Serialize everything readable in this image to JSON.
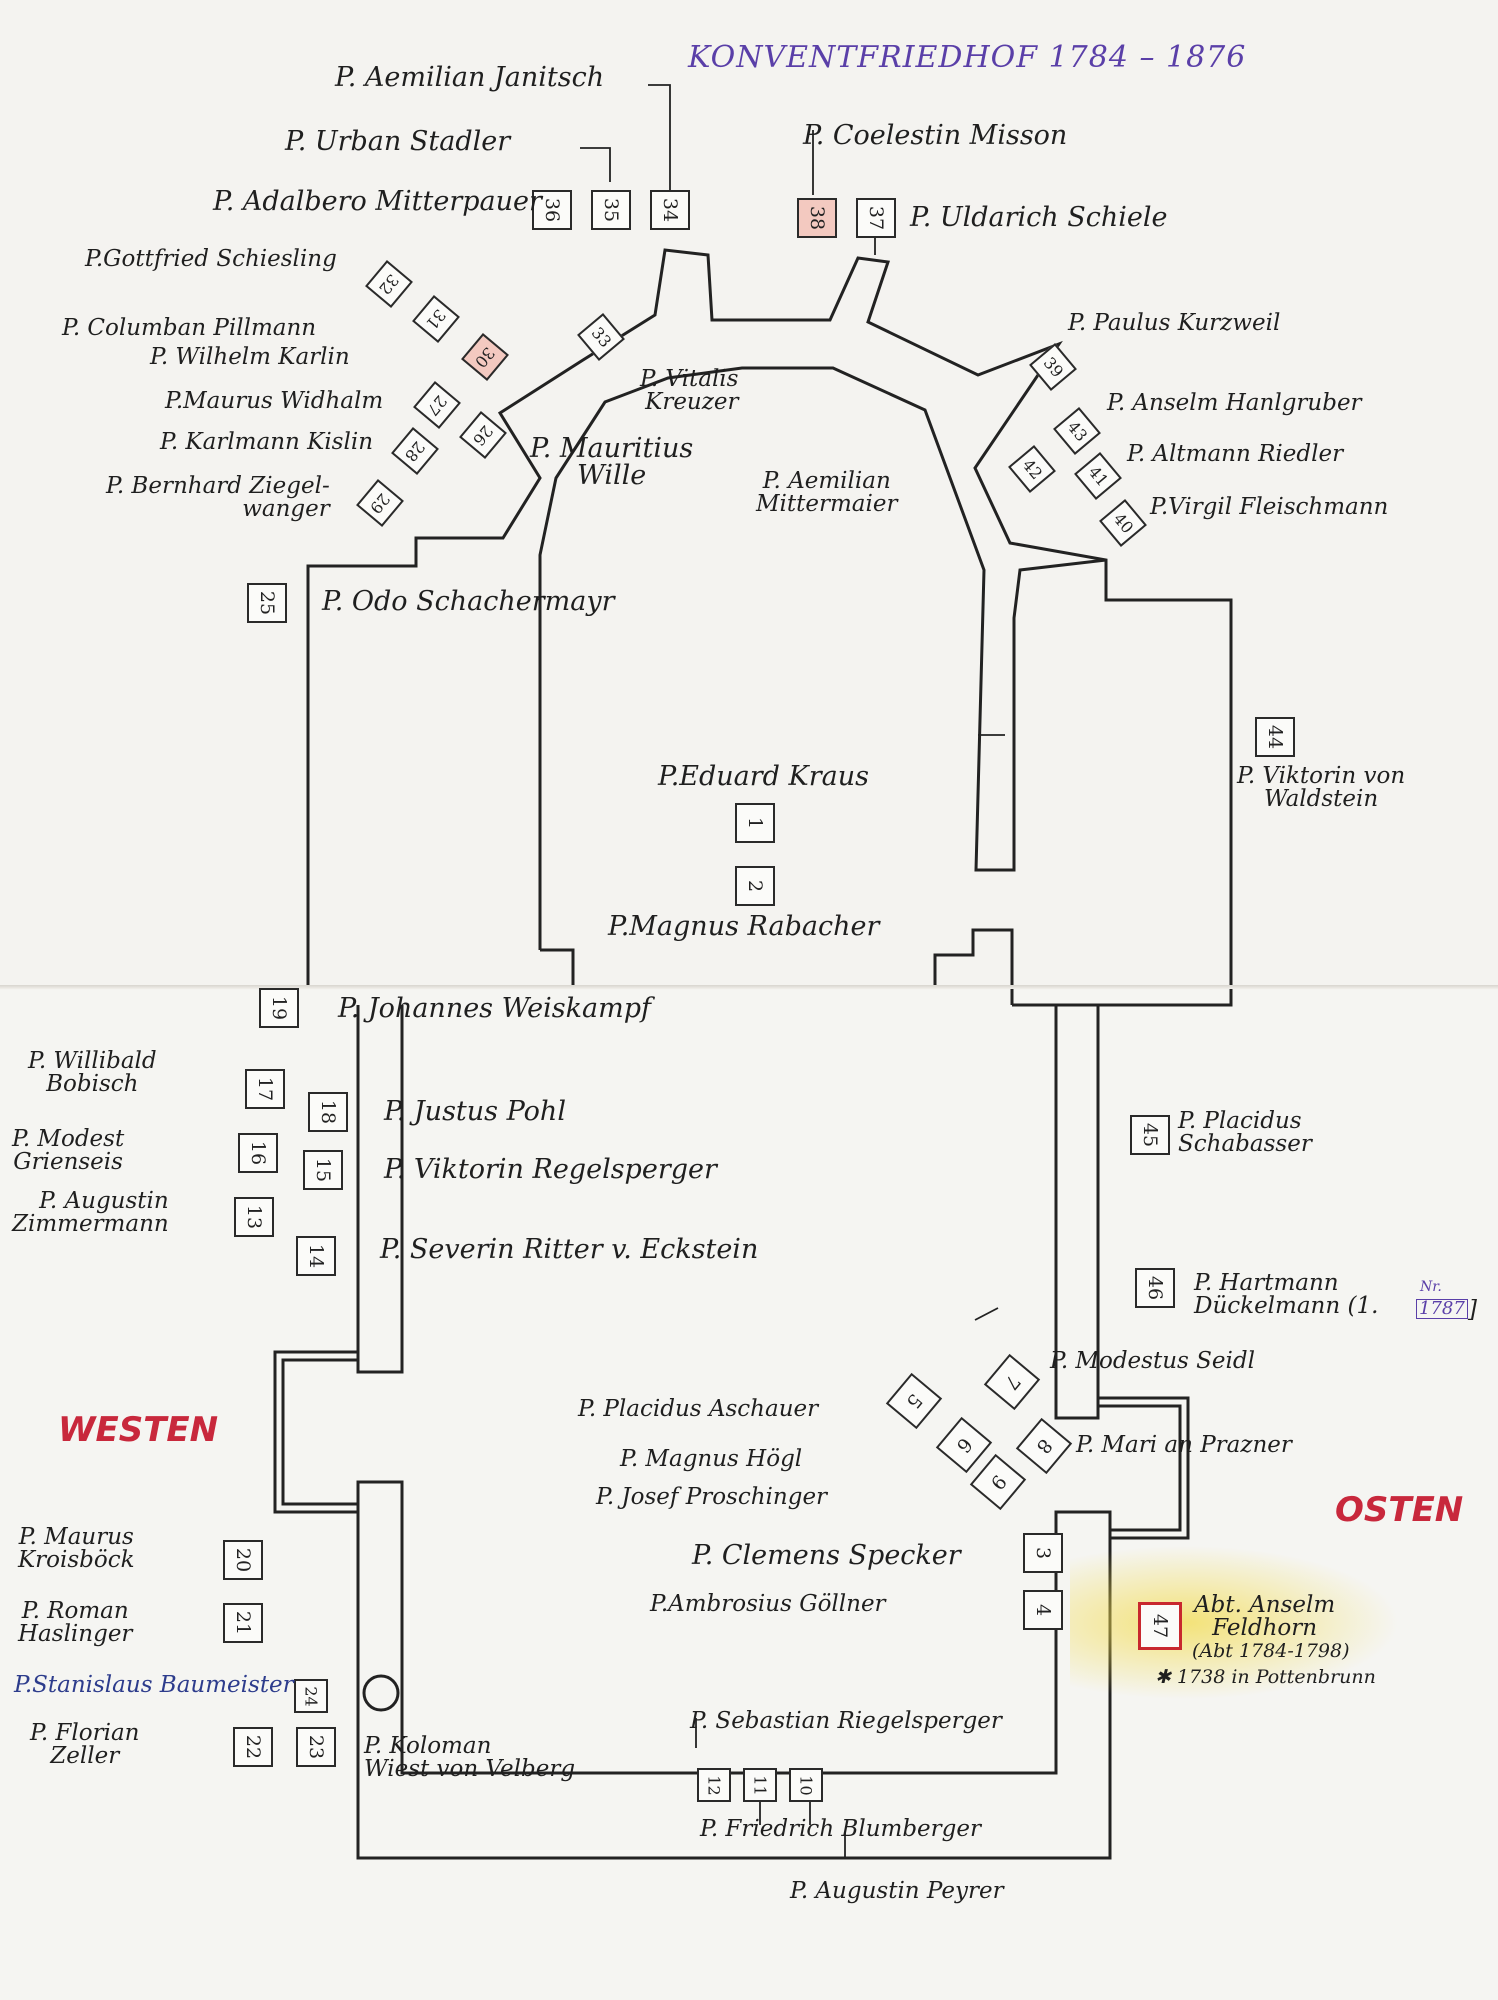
{
  "title": "KONVENTFRIEDHOF  1784 – 1876",
  "directions": {
    "west": "WESTEN",
    "east": "OSTEN"
  },
  "colors": {
    "title": "#5a3fa8",
    "west": "#c8283c",
    "east": "#c8283c",
    "abbot_box": "#c8282e",
    "highlight_yellow": "#f2dc50",
    "highlight_pink": "#f3c9c0"
  },
  "graves": [
    "1",
    "2",
    "3",
    "4",
    "5",
    "6",
    "7",
    "8",
    "9",
    "10",
    "11",
    "12",
    "13",
    "14",
    "15",
    "16",
    "17",
    "18",
    "19",
    "20",
    "21",
    "22",
    "23",
    "24",
    "25",
    "26",
    "27",
    "28",
    "29",
    "30",
    "31",
    "32",
    "33",
    "34",
    "35",
    "36",
    "37",
    "38",
    "39",
    "40",
    "41",
    "42",
    "43",
    "44",
    "45",
    "46",
    "47"
  ],
  "names": {
    "janitsch": "P. Aemilian Janitsch",
    "stadler": "P. Urban Stadler",
    "mitterpauer": "P. Adalbero Mitterpauer",
    "misson": "P. Coelestin Misson",
    "schiele": "P. Uldarich Schiele",
    "schiesling": "P.Gottfried Schiesling",
    "pillmann": "P. Columban Pillmann",
    "karlin": "P. Wilhelm Karlin",
    "widhalm": "P.Maurus Widhalm",
    "kislin": "P. Karlmann Kislin",
    "ziegelwanger": "P. Bernhard Ziegel-\nwanger",
    "wille": "P. Mauritius\nWille",
    "kreuzer": "P. Vitalis\nKreuzer",
    "mittermaier": "P. Aemilian\nMittermaier",
    "kurzweil": "P. Paulus Kurzweil",
    "hanlgruber": "P. Anselm Hanlgruber",
    "riedler": "P. Altmann Riedler",
    "fleischmann": "P.Virgil Fleischmann",
    "schachermayr": "P. Odo Schachermayr",
    "waldstein": "P. Viktorin von\nWaldstein",
    "kraus": "P.Eduard Kraus",
    "rabacher": "P.Magnus Rabacher",
    "weiskampf": "P. Johannes Weiskampf",
    "bobisch": "P. Willibald\nBobisch",
    "griensels": "P. Modest\nGrienseis",
    "zimmermann": "P. Augustin\nZimmermann",
    "pohl": "P. Justus Pohl",
    "regelsperger": "P. Viktorin Regelsperger",
    "eckstein": "P. Severin Ritter v. Eckstein",
    "schabasser": "P. Placidus\nSchabasser",
    "duckelmann": "P. Hartmann\nDückelmann (1.",
    "duckelmann_box": "1787",
    "duckelmann_nr": "Nr.",
    "duckelmann_close": "]",
    "seidl": "P. Modestus Seidl",
    "aschauer": "P. Placidus Aschauer",
    "hogl": "P. Magnus Högl",
    "proschinger": "P. Josef Proschinger",
    "prazner": "P. Mari   an Prazner",
    "specker": "P. Clemens Specker",
    "gollner": "P.Ambrosius Göllner",
    "feldhorn": "Abt. Anselm\nFeldhorn",
    "feldhorn_dates": "(Abt 1784-1798)",
    "feldhorn_birth": "✱ 1738 in Pottenbrunn",
    "kroisbock": "P. Maurus\nKroisböck",
    "haslinger": "P. Roman\nHaslinger",
    "baumeister": "P.Stanislaus Baumeister",
    "zeller": "P. Florian\nZeller",
    "velberg": "P. Koloman\nWiest von Velberg",
    "riegelsperger": "P. Sebastian Riegelsperger",
    "blumberger": "P. Friedrich Blumberger",
    "peyrer": "P. Augustin Peyrer"
  }
}
